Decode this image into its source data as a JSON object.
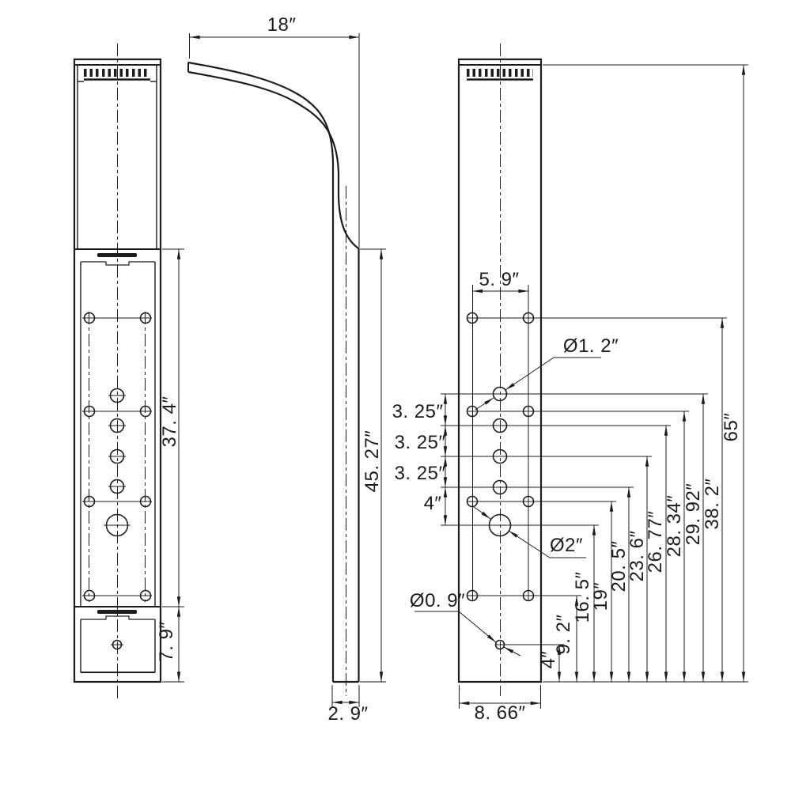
{
  "drawing": {
    "background": "#ffffff",
    "line_color": "#1c1c1c",
    "views": {
      "front": {
        "upper_section_height": "37. 4″",
        "lower_section_height": "7. 9″"
      },
      "side": {
        "top_depth": "18″",
        "straight_height": "45. 27″",
        "thickness": "2. 9″"
      },
      "back": {
        "top_hole_spacing": "5. 9″",
        "panel_width": "8. 66″",
        "hole_gaps": [
          "3. 25″",
          "3. 25″",
          "3. 25″",
          "4″"
        ],
        "heights_from_bottom": [
          "4″",
          "9. 2″",
          "16. 5″",
          "19″",
          "20. 5″",
          "23. 6″",
          "26. 77″",
          "28. 34″",
          "29. 92″",
          "38. 2″",
          "65″"
        ],
        "diameters": [
          "Ø1. 2″",
          "Ø2″",
          "Ø0. 9″"
        ]
      }
    }
  }
}
